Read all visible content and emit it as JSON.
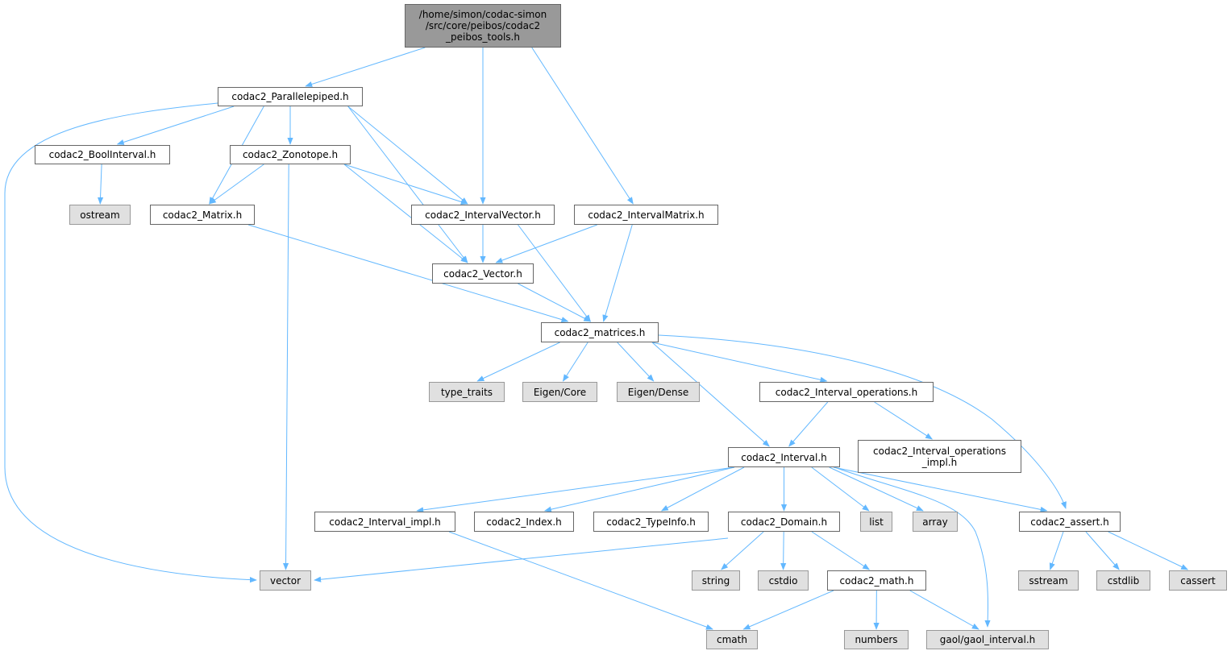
{
  "colors": {
    "edge": "#63b8ff",
    "root_fill": "#999999",
    "system_fill": "#e0e0e0",
    "file_fill": "#ffffff"
  },
  "nodes": {
    "root": {
      "label": "/home/simon/codac-simon\n/src/core/peibos/codac2\n_peibos_tools.h",
      "kind": "root"
    },
    "parallelepiped": {
      "label": "codac2_Parallelepiped.h",
      "kind": "file"
    },
    "boolinterval": {
      "label": "codac2_BoolInterval.h",
      "kind": "file"
    },
    "zonotope": {
      "label": "codac2_Zonotope.h",
      "kind": "file"
    },
    "ostream": {
      "label": "ostream",
      "kind": "sys"
    },
    "matrix": {
      "label": "codac2_Matrix.h",
      "kind": "file"
    },
    "intervalvector": {
      "label": "codac2_IntervalVector.h",
      "kind": "file"
    },
    "intervalmatrix": {
      "label": "codac2_IntervalMatrix.h",
      "kind": "file"
    },
    "vectorh": {
      "label": "codac2_Vector.h",
      "kind": "file"
    },
    "matrices": {
      "label": "codac2_matrices.h",
      "kind": "file"
    },
    "type_traits": {
      "label": "type_traits",
      "kind": "sys"
    },
    "eigen_core": {
      "label": "Eigen/Core",
      "kind": "sys"
    },
    "eigen_dense": {
      "label": "Eigen/Dense",
      "kind": "sys"
    },
    "interval_ops": {
      "label": "codac2_Interval_operations.h",
      "kind": "file"
    },
    "interval_ops_impl": {
      "label": "codac2_Interval_operations\n_impl.h",
      "kind": "file"
    },
    "interval": {
      "label": "codac2_Interval.h",
      "kind": "file"
    },
    "interval_impl": {
      "label": "codac2_Interval_impl.h",
      "kind": "file"
    },
    "index": {
      "label": "codac2_Index.h",
      "kind": "file"
    },
    "typeinfo": {
      "label": "codac2_TypeInfo.h",
      "kind": "file"
    },
    "domain": {
      "label": "codac2_Domain.h",
      "kind": "file"
    },
    "list": {
      "label": "list",
      "kind": "sys"
    },
    "array": {
      "label": "array",
      "kind": "sys"
    },
    "assert": {
      "label": "codac2_assert.h",
      "kind": "file"
    },
    "vector": {
      "label": "vector",
      "kind": "sys"
    },
    "string": {
      "label": "string",
      "kind": "sys"
    },
    "cstdio": {
      "label": "cstdio",
      "kind": "sys"
    },
    "math": {
      "label": "codac2_math.h",
      "kind": "file"
    },
    "sstream": {
      "label": "sstream",
      "kind": "sys"
    },
    "cstdlib": {
      "label": "cstdlib",
      "kind": "sys"
    },
    "cassert": {
      "label": "cassert",
      "kind": "sys"
    },
    "cmath": {
      "label": "cmath",
      "kind": "sys"
    },
    "numbers": {
      "label": "numbers",
      "kind": "sys"
    },
    "gaol": {
      "label": "gaol/gaol_interval.h",
      "kind": "sys"
    }
  },
  "edges": [
    [
      "root",
      "parallelepiped"
    ],
    [
      "root",
      "intervalvector"
    ],
    [
      "root",
      "intervalmatrix"
    ],
    [
      "parallelepiped",
      "vector"
    ],
    [
      "parallelepiped",
      "boolinterval"
    ],
    [
      "parallelepiped",
      "matrix"
    ],
    [
      "parallelepiped",
      "zonotope"
    ],
    [
      "parallelepiped",
      "vectorh"
    ],
    [
      "parallelepiped",
      "intervalvector"
    ],
    [
      "boolinterval",
      "ostream"
    ],
    [
      "zonotope",
      "matrix"
    ],
    [
      "zonotope",
      "vector"
    ],
    [
      "zonotope",
      "vectorh"
    ],
    [
      "zonotope",
      "intervalvector"
    ],
    [
      "matrix",
      "matrices"
    ],
    [
      "intervalvector",
      "vectorh"
    ],
    [
      "intervalvector",
      "matrices"
    ],
    [
      "intervalmatrix",
      "vectorh"
    ],
    [
      "intervalmatrix",
      "matrices"
    ],
    [
      "vectorh",
      "matrices"
    ],
    [
      "matrices",
      "type_traits"
    ],
    [
      "matrices",
      "eigen_core"
    ],
    [
      "matrices",
      "eigen_dense"
    ],
    [
      "matrices",
      "interval"
    ],
    [
      "matrices",
      "interval_ops"
    ],
    [
      "matrices",
      "assert"
    ],
    [
      "interval_ops",
      "interval"
    ],
    [
      "interval_ops",
      "interval_ops_impl"
    ],
    [
      "interval",
      "interval_impl"
    ],
    [
      "interval",
      "index"
    ],
    [
      "interval",
      "typeinfo"
    ],
    [
      "interval",
      "domain"
    ],
    [
      "interval",
      "list"
    ],
    [
      "interval",
      "array"
    ],
    [
      "interval",
      "gaol"
    ],
    [
      "interval",
      "assert"
    ],
    [
      "interval_impl",
      "cmath"
    ],
    [
      "domain",
      "vector"
    ],
    [
      "domain",
      "string"
    ],
    [
      "domain",
      "cstdio"
    ],
    [
      "domain",
      "math"
    ],
    [
      "math",
      "cmath"
    ],
    [
      "math",
      "numbers"
    ],
    [
      "math",
      "gaol"
    ],
    [
      "assert",
      "sstream"
    ],
    [
      "assert",
      "cstdlib"
    ],
    [
      "assert",
      "cassert"
    ]
  ]
}
